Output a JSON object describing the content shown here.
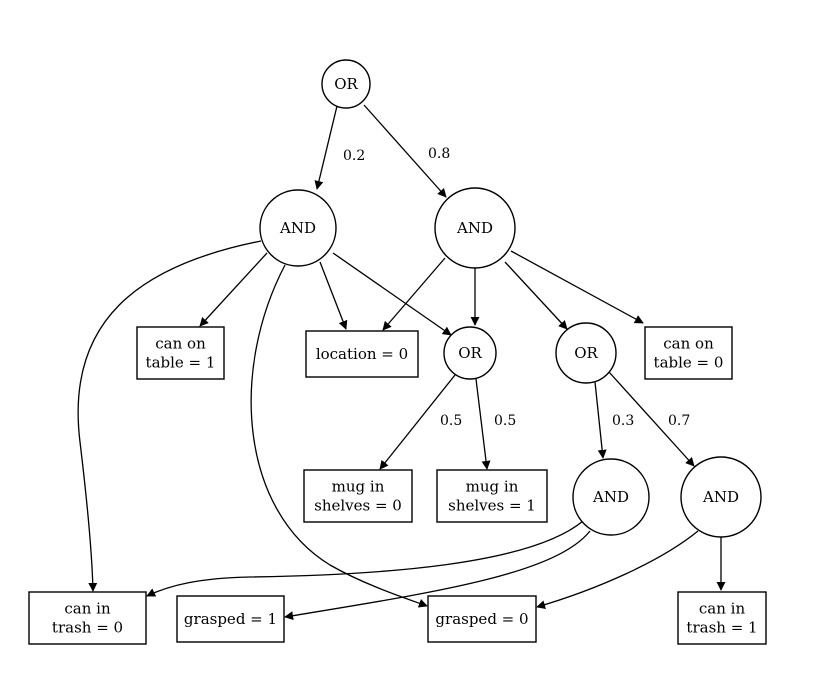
{
  "nodes": {
    "or_root": [
      "OR"
    ],
    "and_left": [
      "AND"
    ],
    "and_right": [
      "AND"
    ],
    "can_on_table_1": [
      "can on",
      "table = 1"
    ],
    "location_0": [
      "location = 0"
    ],
    "or_mid": [
      "OR"
    ],
    "or_right": [
      "OR"
    ],
    "can_on_table_0": [
      "can on",
      "table = 0"
    ],
    "mug_shelves_0": [
      "mug in",
      "shelves = 0"
    ],
    "mug_shelves_1": [
      "mug in",
      "shelves = 1"
    ],
    "and_bottom_left": [
      "AND"
    ],
    "and_bottom_right": [
      "AND"
    ],
    "can_in_trash_0": [
      "can in",
      "trash = 0"
    ],
    "grasped_1": [
      "grasped = 1"
    ],
    "grasped_0": [
      "grasped = 0"
    ],
    "can_in_trash_1": [
      "can in",
      "trash = 1"
    ]
  },
  "edges": [
    {
      "from": "or_root",
      "to": "and_left",
      "label": "0.2"
    },
    {
      "from": "or_root",
      "to": "and_right",
      "label": "0.8"
    },
    {
      "from": "and_left",
      "to": "can_on_table_1",
      "label": ""
    },
    {
      "from": "and_left",
      "to": "location_0",
      "label": ""
    },
    {
      "from": "and_left",
      "to": "or_mid",
      "label": ""
    },
    {
      "from": "and_left",
      "to": "can_in_trash_0",
      "label": ""
    },
    {
      "from": "and_left",
      "to": "grasped_0",
      "label": ""
    },
    {
      "from": "and_right",
      "to": "location_0",
      "label": ""
    },
    {
      "from": "and_right",
      "to": "or_mid",
      "label": ""
    },
    {
      "from": "and_right",
      "to": "or_right",
      "label": ""
    },
    {
      "from": "and_right",
      "to": "can_on_table_0",
      "label": ""
    },
    {
      "from": "or_mid",
      "to": "mug_shelves_0",
      "label": "0.5"
    },
    {
      "from": "or_mid",
      "to": "mug_shelves_1",
      "label": "0.5"
    },
    {
      "from": "or_right",
      "to": "and_bottom_left",
      "label": "0.3"
    },
    {
      "from": "or_right",
      "to": "and_bottom_right",
      "label": "0.7"
    },
    {
      "from": "and_bottom_left",
      "to": "can_in_trash_0",
      "label": ""
    },
    {
      "from": "and_bottom_left",
      "to": "grasped_1",
      "label": ""
    },
    {
      "from": "and_bottom_right",
      "to": "grasped_0",
      "label": ""
    },
    {
      "from": "and_bottom_right",
      "to": "can_in_trash_1",
      "label": ""
    }
  ]
}
